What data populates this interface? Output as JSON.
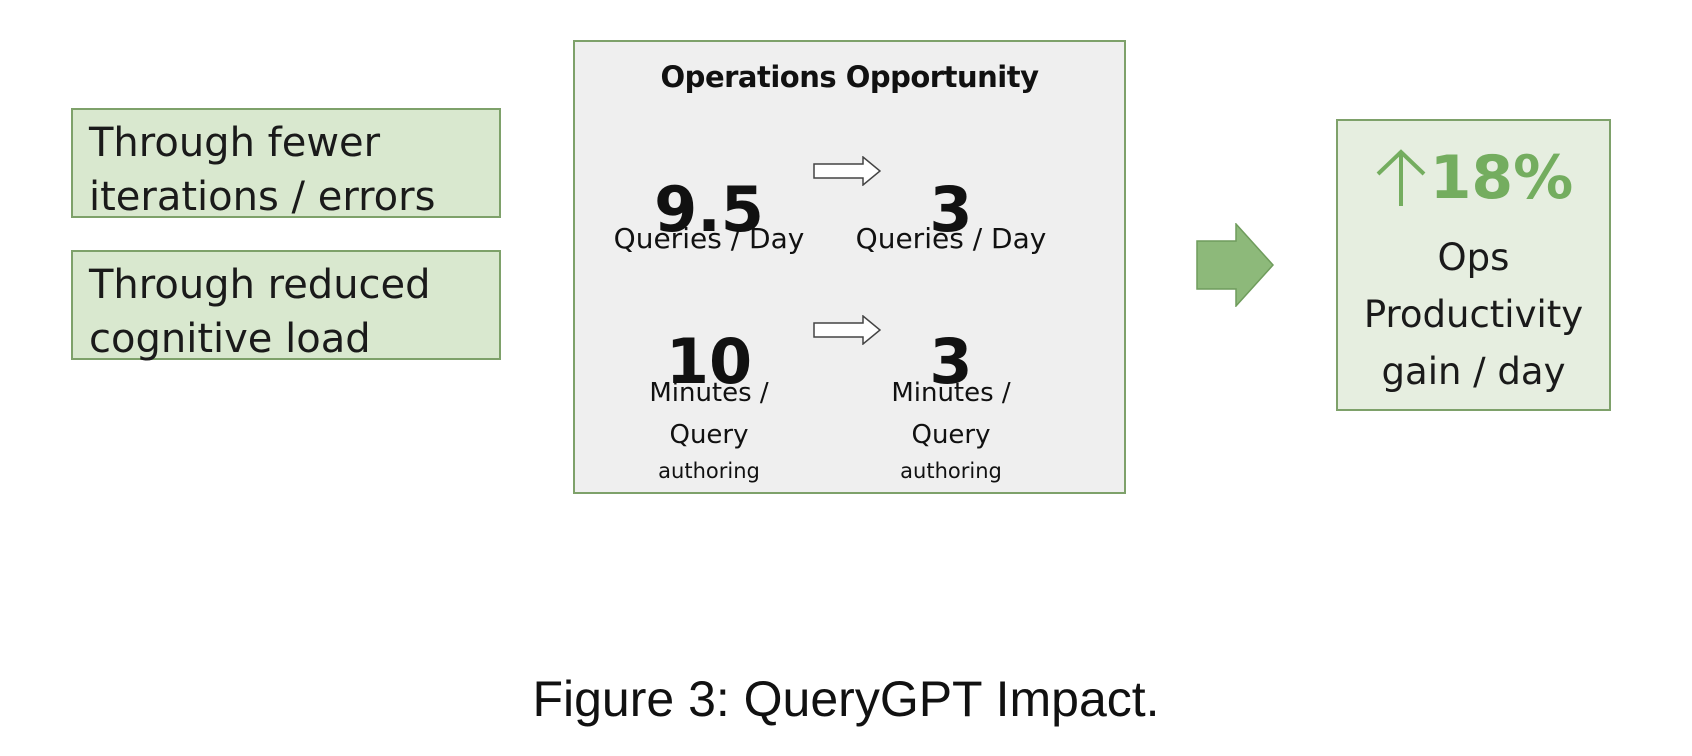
{
  "reasons": [
    {
      "line1": "Through fewer",
      "line2": "iterations / errors"
    },
    {
      "line1": "Through reduced",
      "line2": "cognitive load"
    }
  ],
  "ops": {
    "title": "Operations Opportunity",
    "rows": [
      {
        "before": "9.5",
        "after": "3",
        "before_label": "Queries / Day",
        "after_label": "Queries / Day"
      },
      {
        "before": "10",
        "after": "3",
        "before_label_line1": "Minutes /",
        "before_label_line2": "Query",
        "before_label_line3": "authoring",
        "after_label_line1": "Minutes /",
        "after_label_line2": "Query",
        "after_label_line3": "authoring"
      }
    ]
  },
  "result": {
    "value": "18%",
    "label_line1": "Ops",
    "label_line2": "Productivity",
    "label_line3": "gain / day"
  },
  "caption": "Figure 3: QueryGPT Impact.",
  "colors": {
    "box_green": "#d9e8cf",
    "border_green": "#7ea16a",
    "accent_green": "#74ad5f",
    "panel_gray": "#efefef"
  }
}
